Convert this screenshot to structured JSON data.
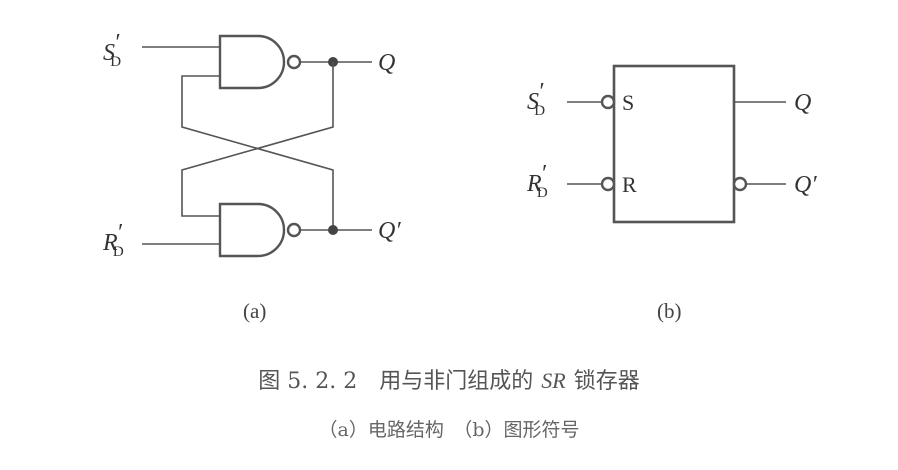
{
  "panel_a": {
    "input_top": {
      "base": "S",
      "sub": "D",
      "prime": "′"
    },
    "input_bottom": {
      "base": "R",
      "sub": "D",
      "prime": "′"
    },
    "output_top": "Q",
    "output_bottom": "Q′",
    "label": "(a)"
  },
  "panel_b": {
    "input_top": {
      "base": "S",
      "sub": "D",
      "prime": "′"
    },
    "input_bottom": {
      "base": "R",
      "sub": "D",
      "prime": "′"
    },
    "pin_s": "S",
    "pin_r": "R",
    "output_top": "Q",
    "output_bottom": "Q′",
    "label": "(b)"
  },
  "caption": {
    "figure_number": "图 5. 2. 2",
    "title_prefix": "用与非门组成的",
    "title_italic": "SR",
    "title_suffix": "锁存器",
    "subtitle": "（a）电路结构　（b）图形符号"
  }
}
